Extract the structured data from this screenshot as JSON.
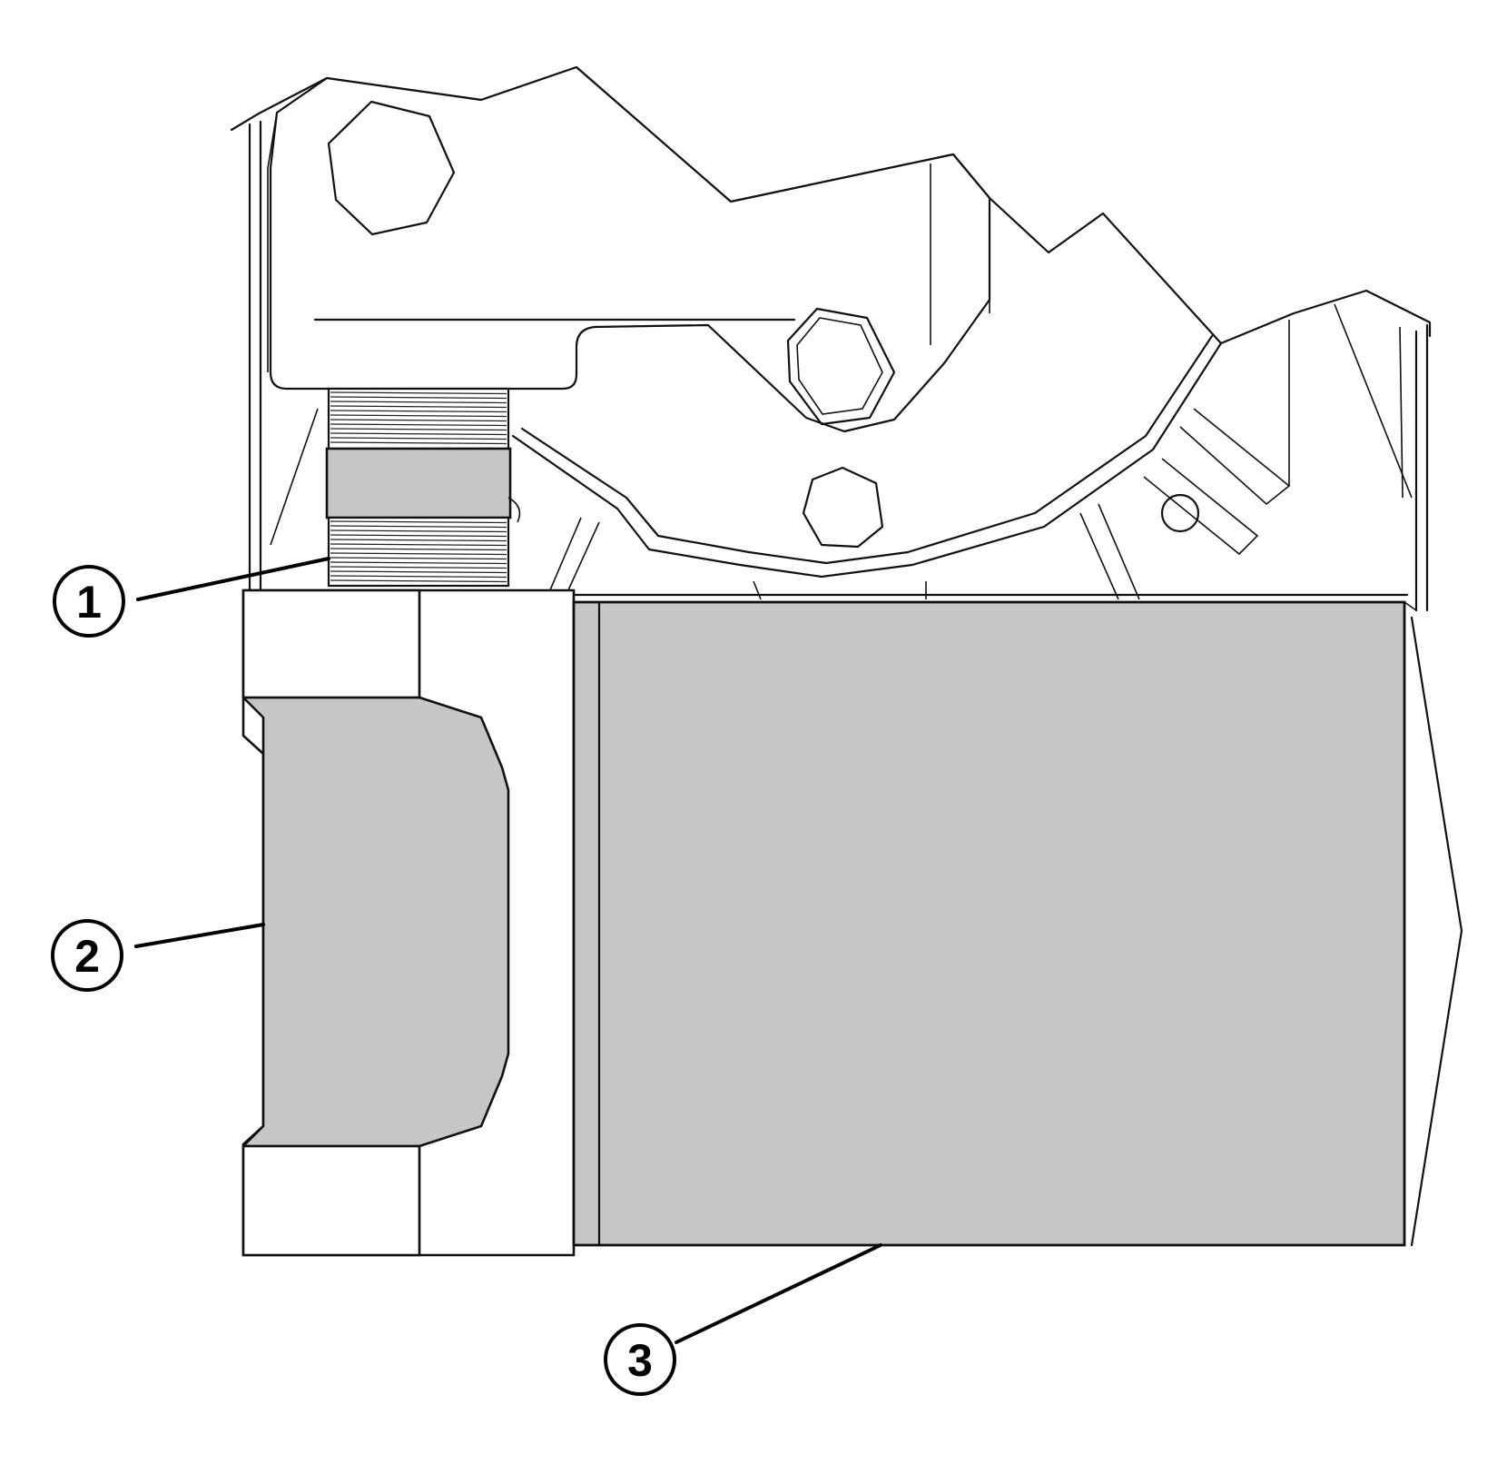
{
  "callouts": [
    {
      "id": "1",
      "label": "1"
    },
    {
      "id": "2",
      "label": "2"
    },
    {
      "id": "3",
      "label": "3"
    }
  ],
  "colors": {
    "line": "#111111",
    "fill_grey": "#c6c6c6",
    "background": "#ffffff"
  }
}
